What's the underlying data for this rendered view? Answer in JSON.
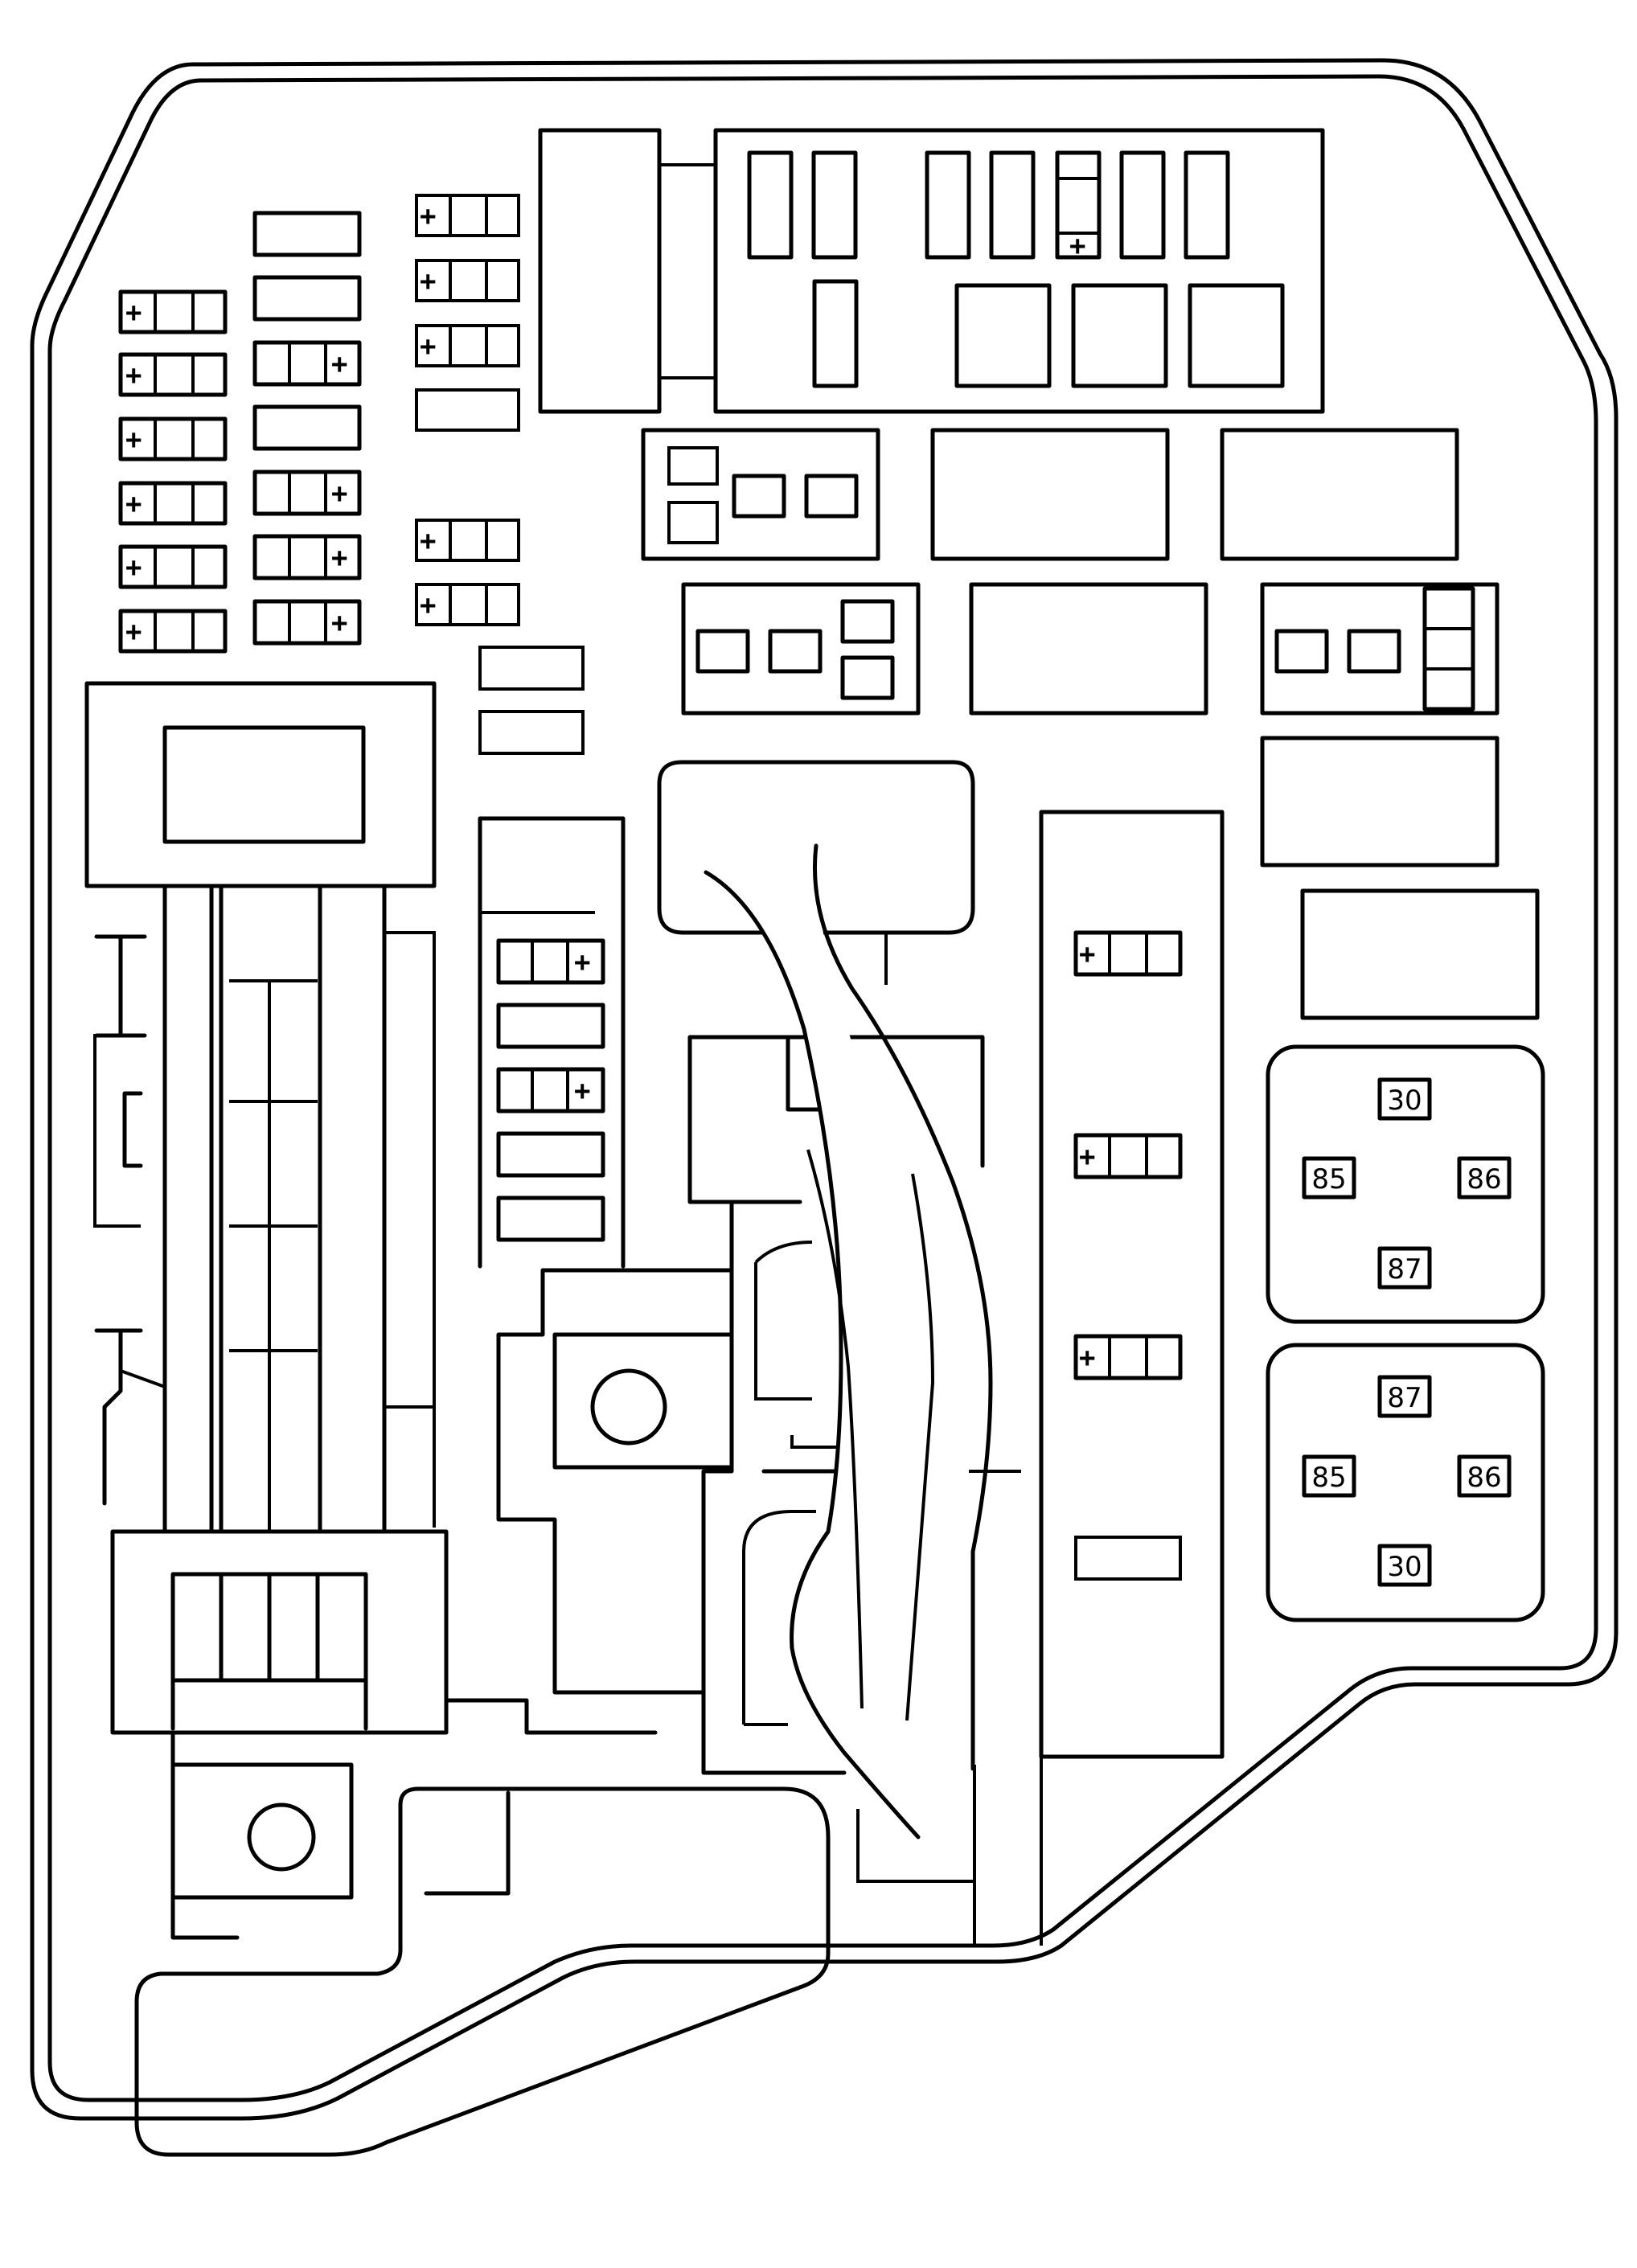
{
  "relays": [
    {
      "name": "relay-upper",
      "pins": [
        {
          "label": "30",
          "role": "top"
        },
        {
          "label": "85",
          "role": "left"
        },
        {
          "label": "86",
          "role": "right"
        },
        {
          "label": "87",
          "role": "bottom"
        }
      ]
    },
    {
      "name": "relay-lower",
      "pins": [
        {
          "label": "87",
          "role": "top"
        },
        {
          "label": "85",
          "role": "left"
        },
        {
          "label": "86",
          "role": "right"
        },
        {
          "label": "30",
          "role": "bottom"
        }
      ]
    }
  ],
  "fuse_symbol": "+",
  "colors": {
    "line": "#000000",
    "background": "#ffffff"
  }
}
